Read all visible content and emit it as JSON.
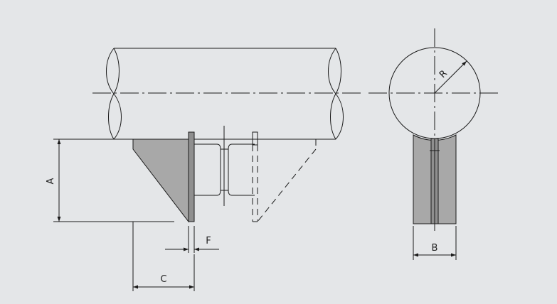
{
  "colors": {
    "background": "#e4e6e8",
    "line": "#1a1a1a",
    "gusset_fill": "#a8a8a8",
    "plate_fill": "#8f8f8f"
  },
  "labels": {
    "a": "A",
    "b": "B",
    "c": "C",
    "f": "F",
    "r": "R"
  }
}
